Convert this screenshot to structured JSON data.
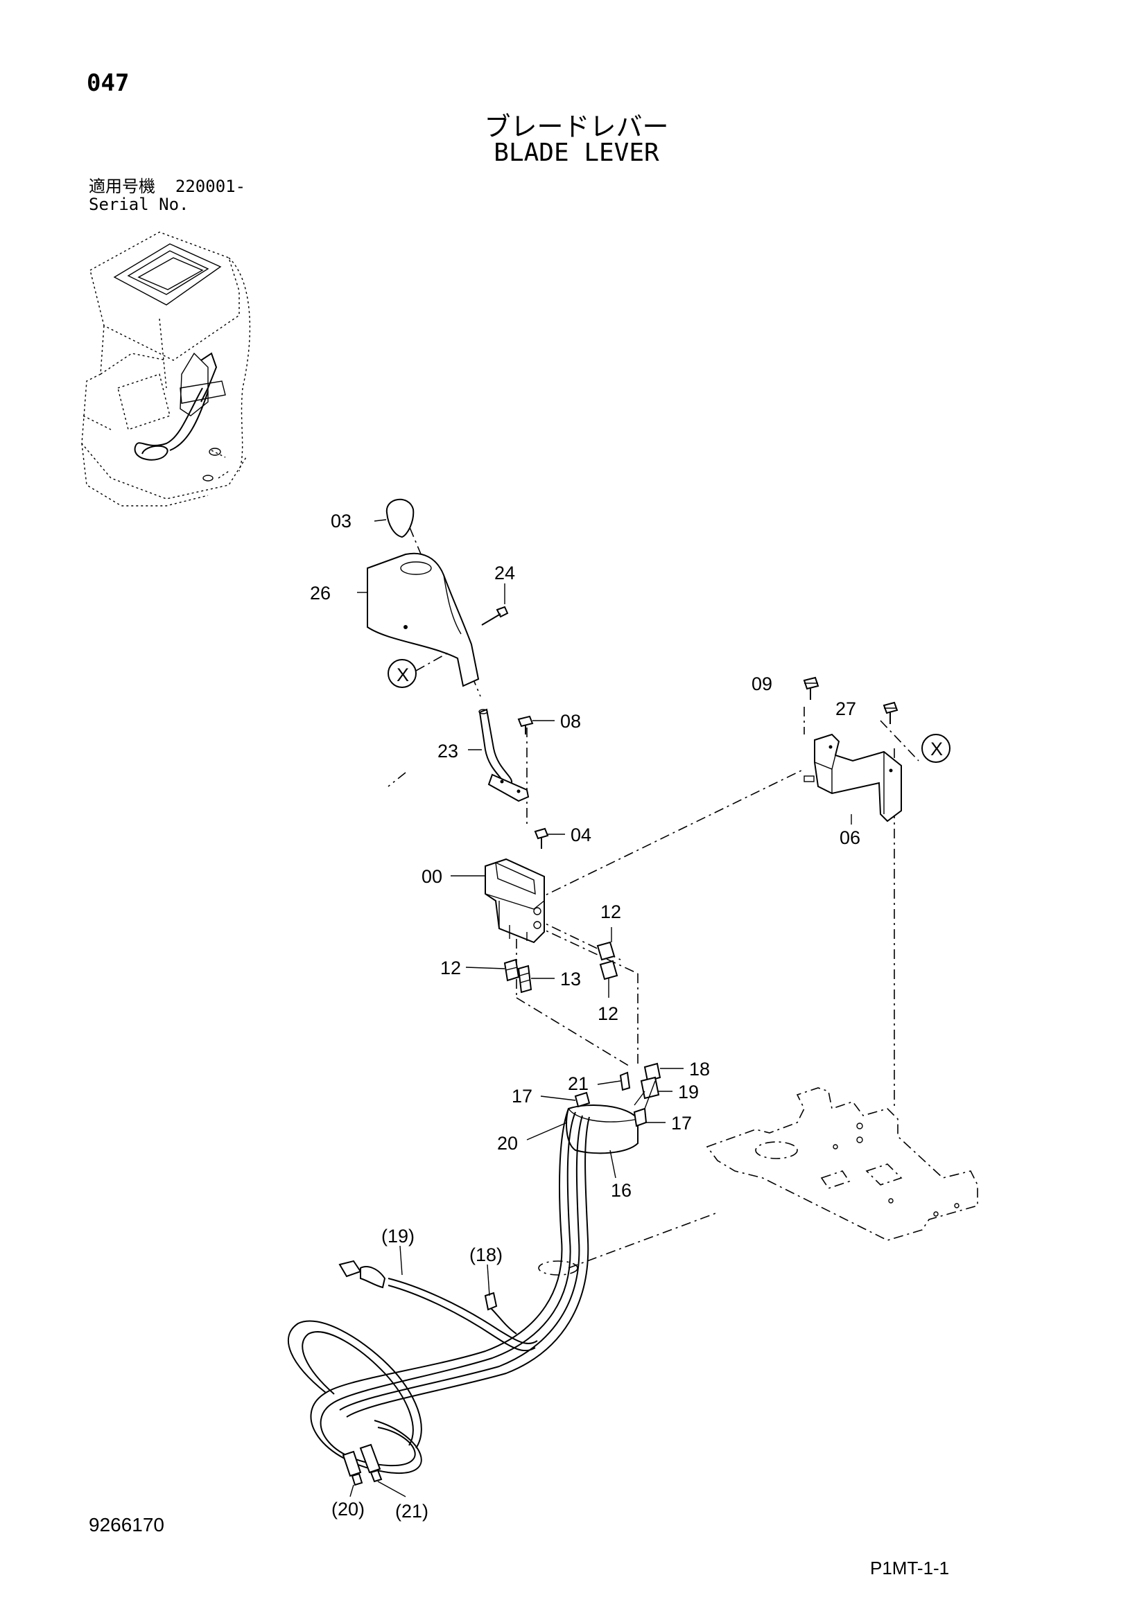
{
  "header": {
    "page_number": "047",
    "title_jp": "ブレードレバー",
    "title_en": "BLADE LEVER",
    "serial_label_jp": "適用号機",
    "serial_value": "220001-",
    "serial_label_en": "Serial No."
  },
  "footer": {
    "doc_code": "9266170",
    "page_code": "P1MT-1-1"
  },
  "callouts": {
    "p00": "00",
    "p03": "03",
    "p04": "04",
    "p06": "06",
    "p08": "08",
    "p09": "09",
    "p12a": "12",
    "p12b": "12",
    "p12c": "12",
    "p13": "13",
    "p16": "16",
    "p17a": "17",
    "p17b": "17",
    "p18": "18",
    "p19": "19",
    "p20": "20",
    "p21": "21",
    "p23": "23",
    "p24": "24",
    "p26": "26",
    "p27": "27",
    "ref18": "(18)",
    "ref19": "(19)",
    "ref20": "(20)",
    "ref21": "(21)",
    "markX1": "X",
    "markX2": "X"
  }
}
